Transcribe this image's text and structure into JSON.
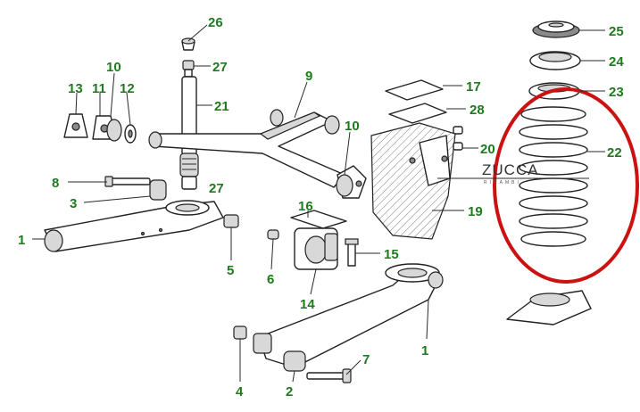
{
  "callouts": {
    "c26": "26",
    "c27a": "27",
    "c27b": "27",
    "c21": "21",
    "c9": "9",
    "c13": "13",
    "c11": "11",
    "c10a": "10",
    "c12": "12",
    "c10b": "10",
    "c8": "8",
    "c3": "3",
    "c1a": "1",
    "c5": "5",
    "c6": "6",
    "c16": "16",
    "c15": "15",
    "c14": "14",
    "c17": "17",
    "c28": "28",
    "c20": "20",
    "c19": "19",
    "c25": "25",
    "c24": "24",
    "c23": "23",
    "c22": "22",
    "c1b": "1",
    "c7": "7",
    "c2": "2",
    "c4": "4"
  },
  "watermark": {
    "brand": "ZUCCA",
    "subtitle": "RICAMBI"
  },
  "colors": {
    "callout": "#1f7a1f",
    "highlight_ring": "#cc1111"
  }
}
